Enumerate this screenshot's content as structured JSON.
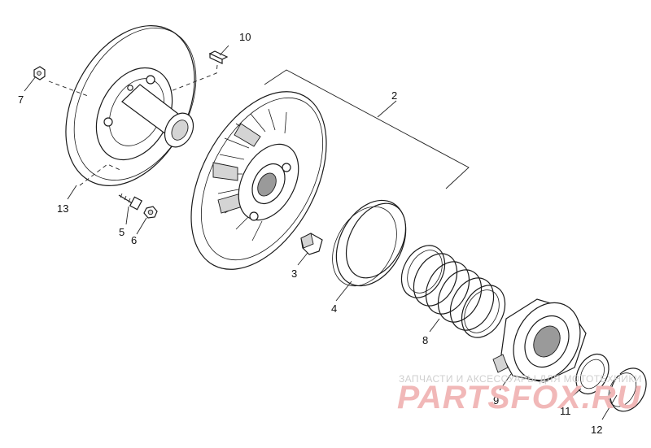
{
  "callouts": {
    "c1": "2",
    "c2": "3",
    "c3": "4",
    "c4": "5",
    "c5": "6",
    "c6": "7",
    "c7": "8",
    "c8": "9",
    "c9": "10",
    "c10": "11",
    "c11": "12",
    "c12": "13"
  },
  "watermark": {
    "line1": "ЗАПЧАСТИ И АКСЕССУАРЫ ДЛЯ МОТОТЕХНИКИ",
    "line2": "PARTSFOX.RU"
  },
  "colors": {
    "line": "#1a1a1a",
    "watermark_text": "#cfcfcf",
    "watermark_logo": "#f1b8b8"
  }
}
